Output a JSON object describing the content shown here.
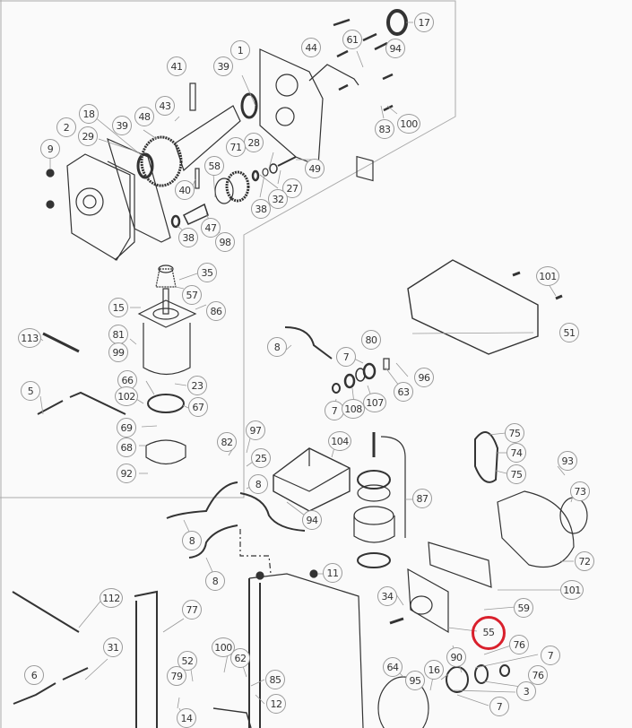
{
  "diagram": {
    "type": "exploded-parts-diagram",
    "highlight_color": "#d9202c",
    "line_color": "#333333",
    "highlighted_part": "55",
    "labels": [
      {
        "id": "17",
        "text": "17"
      },
      {
        "id": "44",
        "text": "44"
      },
      {
        "id": "61",
        "text": "61"
      },
      {
        "id": "94a",
        "text": "94"
      },
      {
        "id": "1",
        "text": "1"
      },
      {
        "id": "41",
        "text": "41"
      },
      {
        "id": "39a",
        "text": "39"
      },
      {
        "id": "100a",
        "text": "100"
      },
      {
        "id": "83",
        "text": "83"
      },
      {
        "id": "43",
        "text": "43"
      },
      {
        "id": "18",
        "text": "18"
      },
      {
        "id": "48",
        "text": "48"
      },
      {
        "id": "39b",
        "text": "39"
      },
      {
        "id": "2",
        "text": "2"
      },
      {
        "id": "29",
        "text": "29"
      },
      {
        "id": "9",
        "text": "9"
      },
      {
        "id": "28",
        "text": "28"
      },
      {
        "id": "71",
        "text": "71"
      },
      {
        "id": "49",
        "text": "49"
      },
      {
        "id": "58",
        "text": "58"
      },
      {
        "id": "27",
        "text": "27"
      },
      {
        "id": "40",
        "text": "40"
      },
      {
        "id": "32",
        "text": "32"
      },
      {
        "id": "38a",
        "text": "38"
      },
      {
        "id": "47",
        "text": "47"
      },
      {
        "id": "38b",
        "text": "38"
      },
      {
        "id": "98",
        "text": "98"
      },
      {
        "id": "101a",
        "text": "101"
      },
      {
        "id": "35",
        "text": "35"
      },
      {
        "id": "57",
        "text": "57"
      },
      {
        "id": "15",
        "text": "15"
      },
      {
        "id": "86",
        "text": "86"
      },
      {
        "id": "51",
        "text": "51"
      },
      {
        "id": "113",
        "text": "113"
      },
      {
        "id": "81",
        "text": "81"
      },
      {
        "id": "99",
        "text": "99"
      },
      {
        "id": "8a",
        "text": "8"
      },
      {
        "id": "80",
        "text": "80"
      },
      {
        "id": "7a",
        "text": "7"
      },
      {
        "id": "96",
        "text": "96"
      },
      {
        "id": "66",
        "text": "66"
      },
      {
        "id": "23",
        "text": "23"
      },
      {
        "id": "5",
        "text": "5"
      },
      {
        "id": "102",
        "text": "102"
      },
      {
        "id": "63",
        "text": "63"
      },
      {
        "id": "107",
        "text": "107"
      },
      {
        "id": "7b",
        "text": "7"
      },
      {
        "id": "108",
        "text": "108"
      },
      {
        "id": "67",
        "text": "67"
      },
      {
        "id": "69",
        "text": "69"
      },
      {
        "id": "97",
        "text": "97"
      },
      {
        "id": "75a",
        "text": "75"
      },
      {
        "id": "82",
        "text": "82"
      },
      {
        "id": "104",
        "text": "104"
      },
      {
        "id": "68",
        "text": "68"
      },
      {
        "id": "74",
        "text": "74"
      },
      {
        "id": "25",
        "text": "25"
      },
      {
        "id": "93",
        "text": "93"
      },
      {
        "id": "75b",
        "text": "75"
      },
      {
        "id": "92",
        "text": "92"
      },
      {
        "id": "8b",
        "text": "8"
      },
      {
        "id": "73",
        "text": "73"
      },
      {
        "id": "87",
        "text": "87"
      },
      {
        "id": "94b",
        "text": "94"
      },
      {
        "id": "8c",
        "text": "8"
      },
      {
        "id": "72",
        "text": "72"
      },
      {
        "id": "8d",
        "text": "8"
      },
      {
        "id": "11",
        "text": "11"
      },
      {
        "id": "101b",
        "text": "101"
      },
      {
        "id": "112",
        "text": "112"
      },
      {
        "id": "77",
        "text": "77"
      },
      {
        "id": "34",
        "text": "34"
      },
      {
        "id": "59",
        "text": "59"
      },
      {
        "id": "55",
        "text": "55"
      },
      {
        "id": "31",
        "text": "31"
      },
      {
        "id": "100b",
        "text": "100"
      },
      {
        "id": "76a",
        "text": "76"
      },
      {
        "id": "52",
        "text": "52"
      },
      {
        "id": "62",
        "text": "62"
      },
      {
        "id": "7c",
        "text": "7"
      },
      {
        "id": "6",
        "text": "6"
      },
      {
        "id": "79",
        "text": "79"
      },
      {
        "id": "64",
        "text": "64"
      },
      {
        "id": "16",
        "text": "16"
      },
      {
        "id": "90",
        "text": "90"
      },
      {
        "id": "85",
        "text": "85"
      },
      {
        "id": "95",
        "text": "95"
      },
      {
        "id": "76b",
        "text": "76"
      },
      {
        "id": "12",
        "text": "12"
      },
      {
        "id": "3",
        "text": "3"
      },
      {
        "id": "14",
        "text": "14"
      },
      {
        "id": "7d",
        "text": "7"
      }
    ]
  }
}
